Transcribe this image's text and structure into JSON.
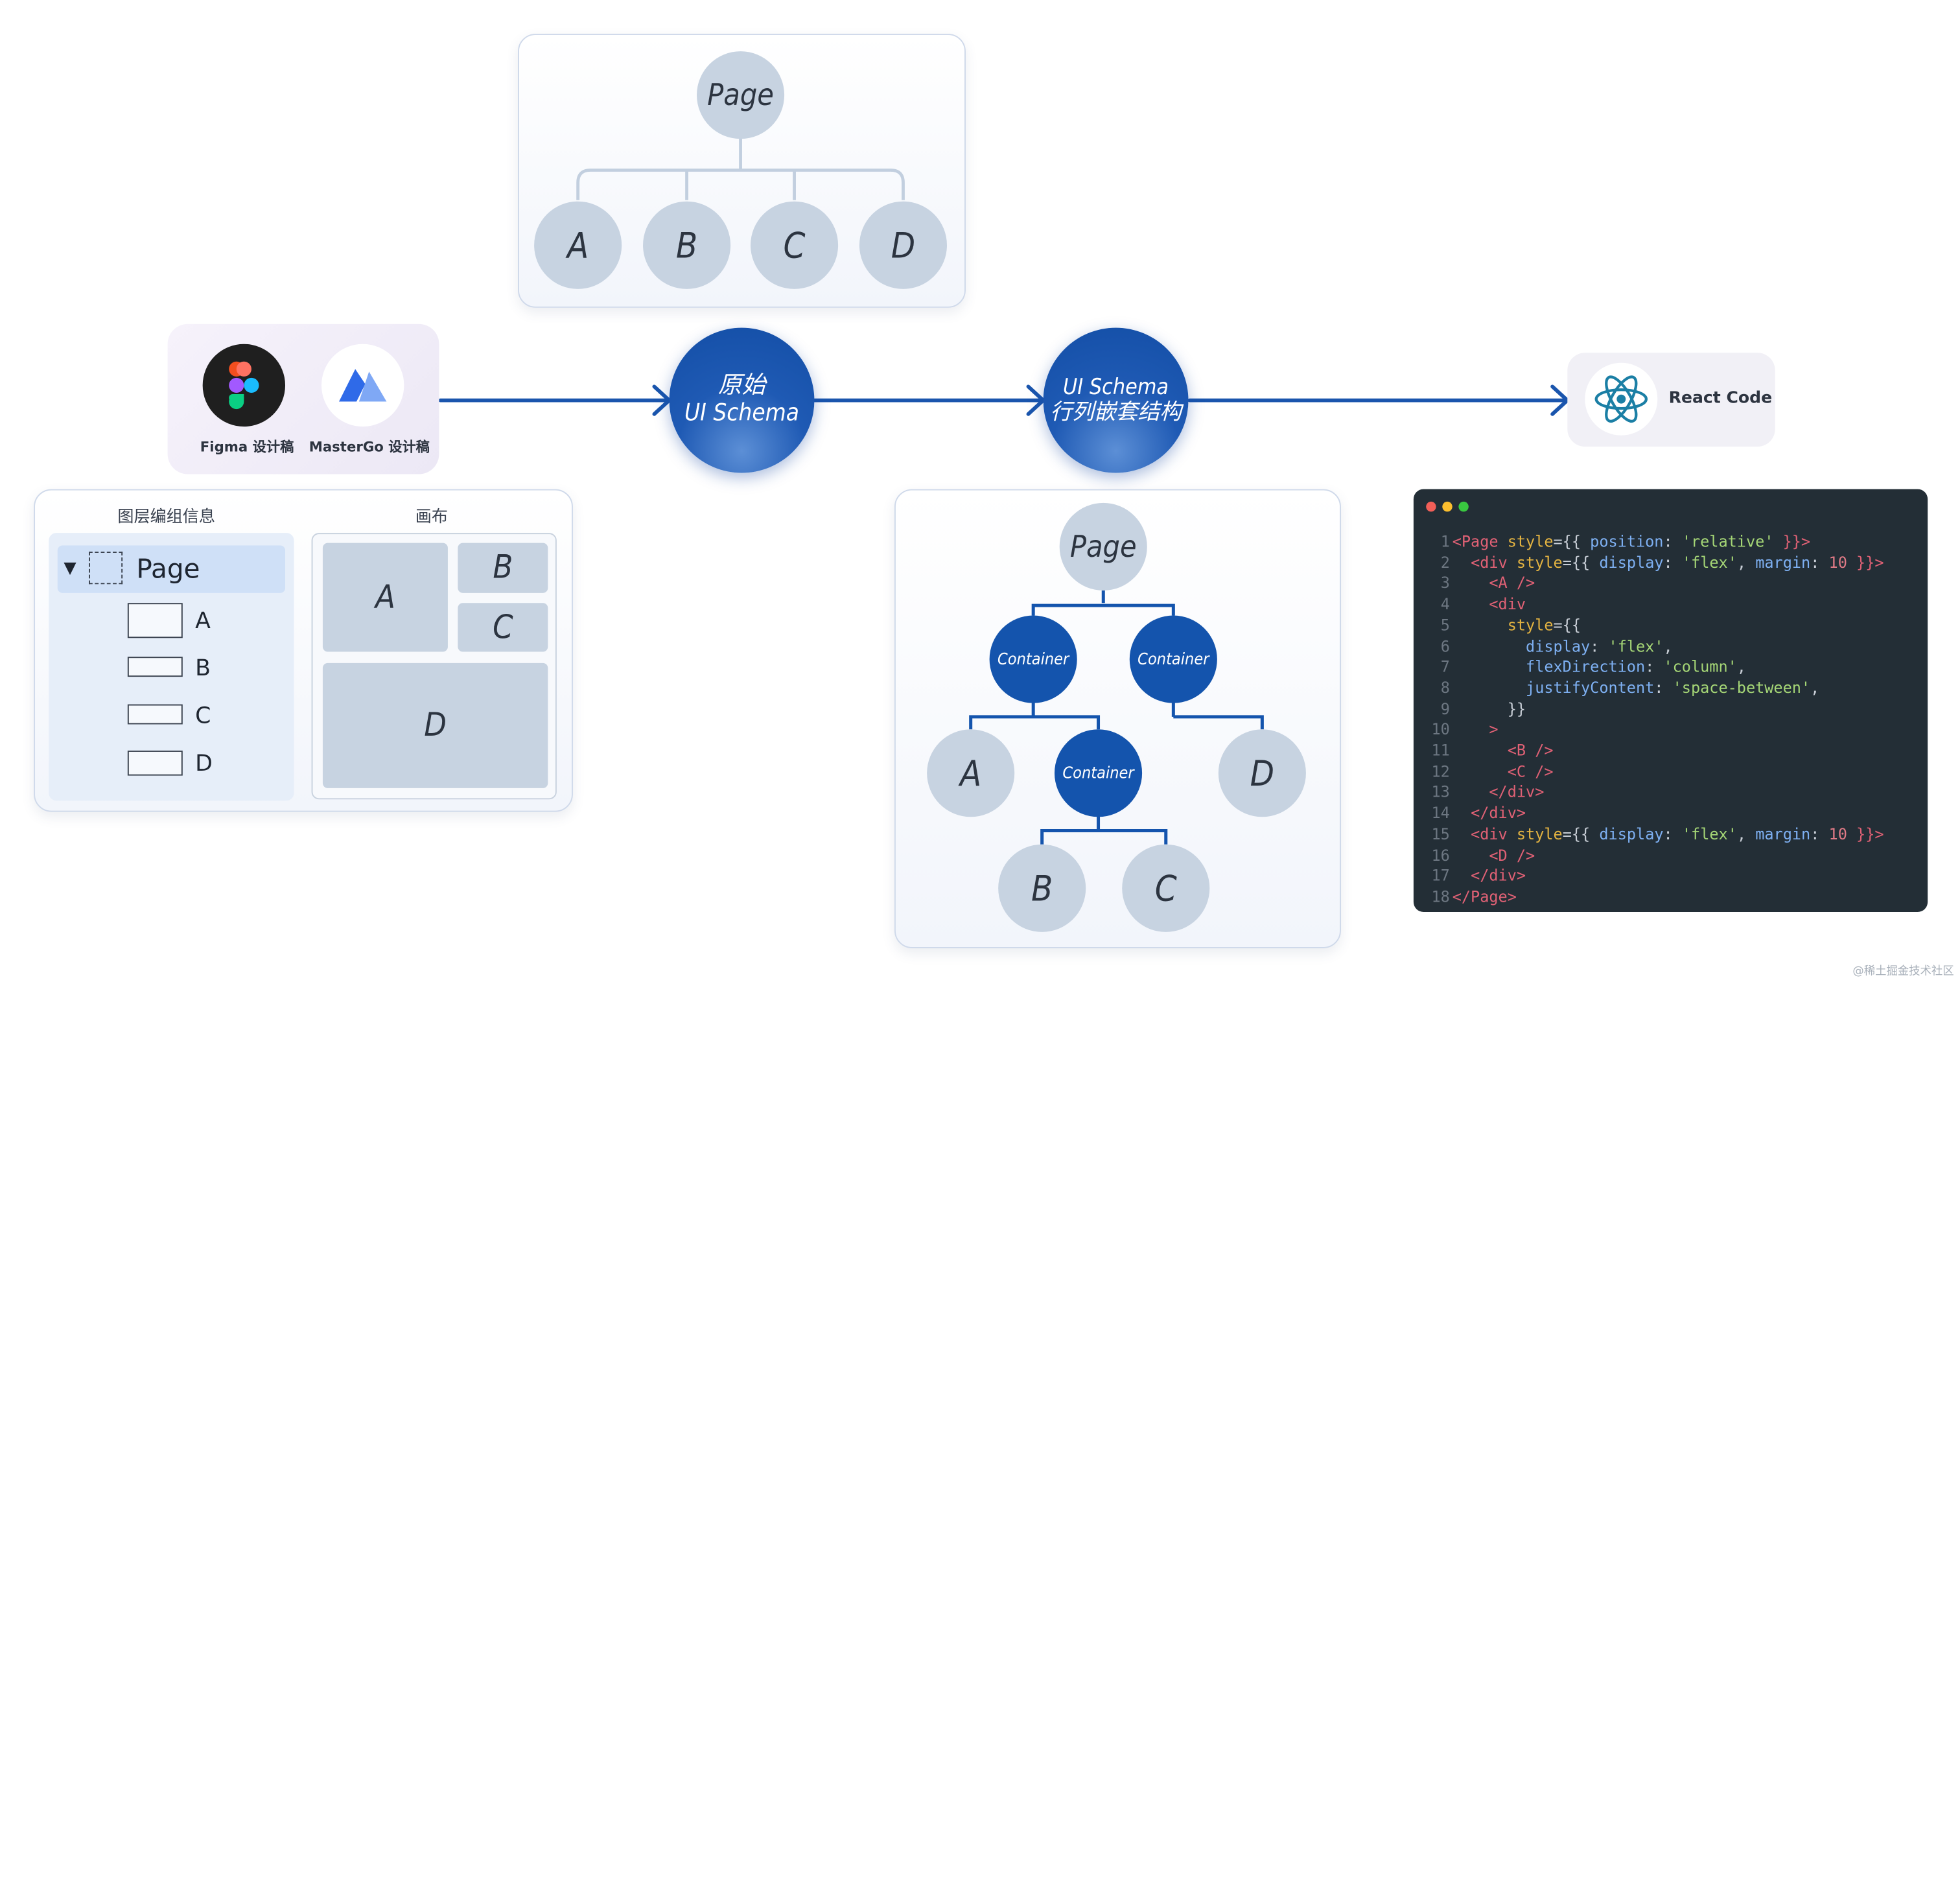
{
  "sources": {
    "figma_label": "Figma 设计稿",
    "mastergo_label": "MasterGo 设计稿"
  },
  "flow": {
    "raw_schema_line1": "原始",
    "raw_schema_line2": "UI Schema",
    "nested_schema_line1": "UI Schema",
    "nested_schema_line2": "行列嵌套结构",
    "react_label": "React Code"
  },
  "raw_tree": {
    "root": "Page",
    "children": [
      "A",
      "B",
      "C",
      "D"
    ]
  },
  "layer_panel": {
    "layers_title": "图层编组信息",
    "canvas_title": "画布",
    "layers": [
      "Page",
      "A",
      "B",
      "C",
      "D"
    ],
    "canvas_blocks": [
      "A",
      "B",
      "C",
      "D"
    ]
  },
  "nested_tree": {
    "root": "Page",
    "container_label": "Container",
    "leaves": [
      "A",
      "B",
      "C",
      "D"
    ]
  },
  "code": {
    "line_numbers": [
      "1",
      "2",
      "3",
      "4",
      "5",
      "6",
      "7",
      "8",
      "9",
      "10",
      "11",
      "12",
      "13",
      "14",
      "15",
      "16",
      "17",
      "18"
    ],
    "tokens": [
      "<Page",
      "style",
      "={{",
      "position",
      ":",
      "'relative'",
      "}}>",
      "<div",
      "style",
      "={{",
      "display",
      ":",
      "'flex'",
      ",",
      "margin",
      ":",
      "10",
      "}}>",
      "<A />",
      "<div",
      "style",
      "={{",
      "display",
      ":",
      "'flex'",
      ",",
      "flexDirection",
      ":",
      "'column'",
      ",",
      "justifyContent",
      ":",
      "'space-between'",
      ",",
      "}}",
      ">",
      "<B />",
      "<C />",
      "</div>",
      "</div>",
      "<div",
      "style",
      "={{",
      "display",
      ":",
      "'flex'",
      ",",
      "margin",
      ":",
      "10",
      "}}>",
      "<D />",
      "</div>",
      "</Page>"
    ]
  },
  "watermark": "@稀土掘金技术社区",
  "colors": {
    "primary_blue": "#1454ad",
    "node_gray": "#c7d3e1",
    "code_bg": "#232e36"
  },
  "icons": [
    "figma-logo-icon",
    "mastergo-logo-icon",
    "react-logo-icon",
    "window-dot-icon",
    "caret-down-icon",
    "frame-icon"
  ]
}
